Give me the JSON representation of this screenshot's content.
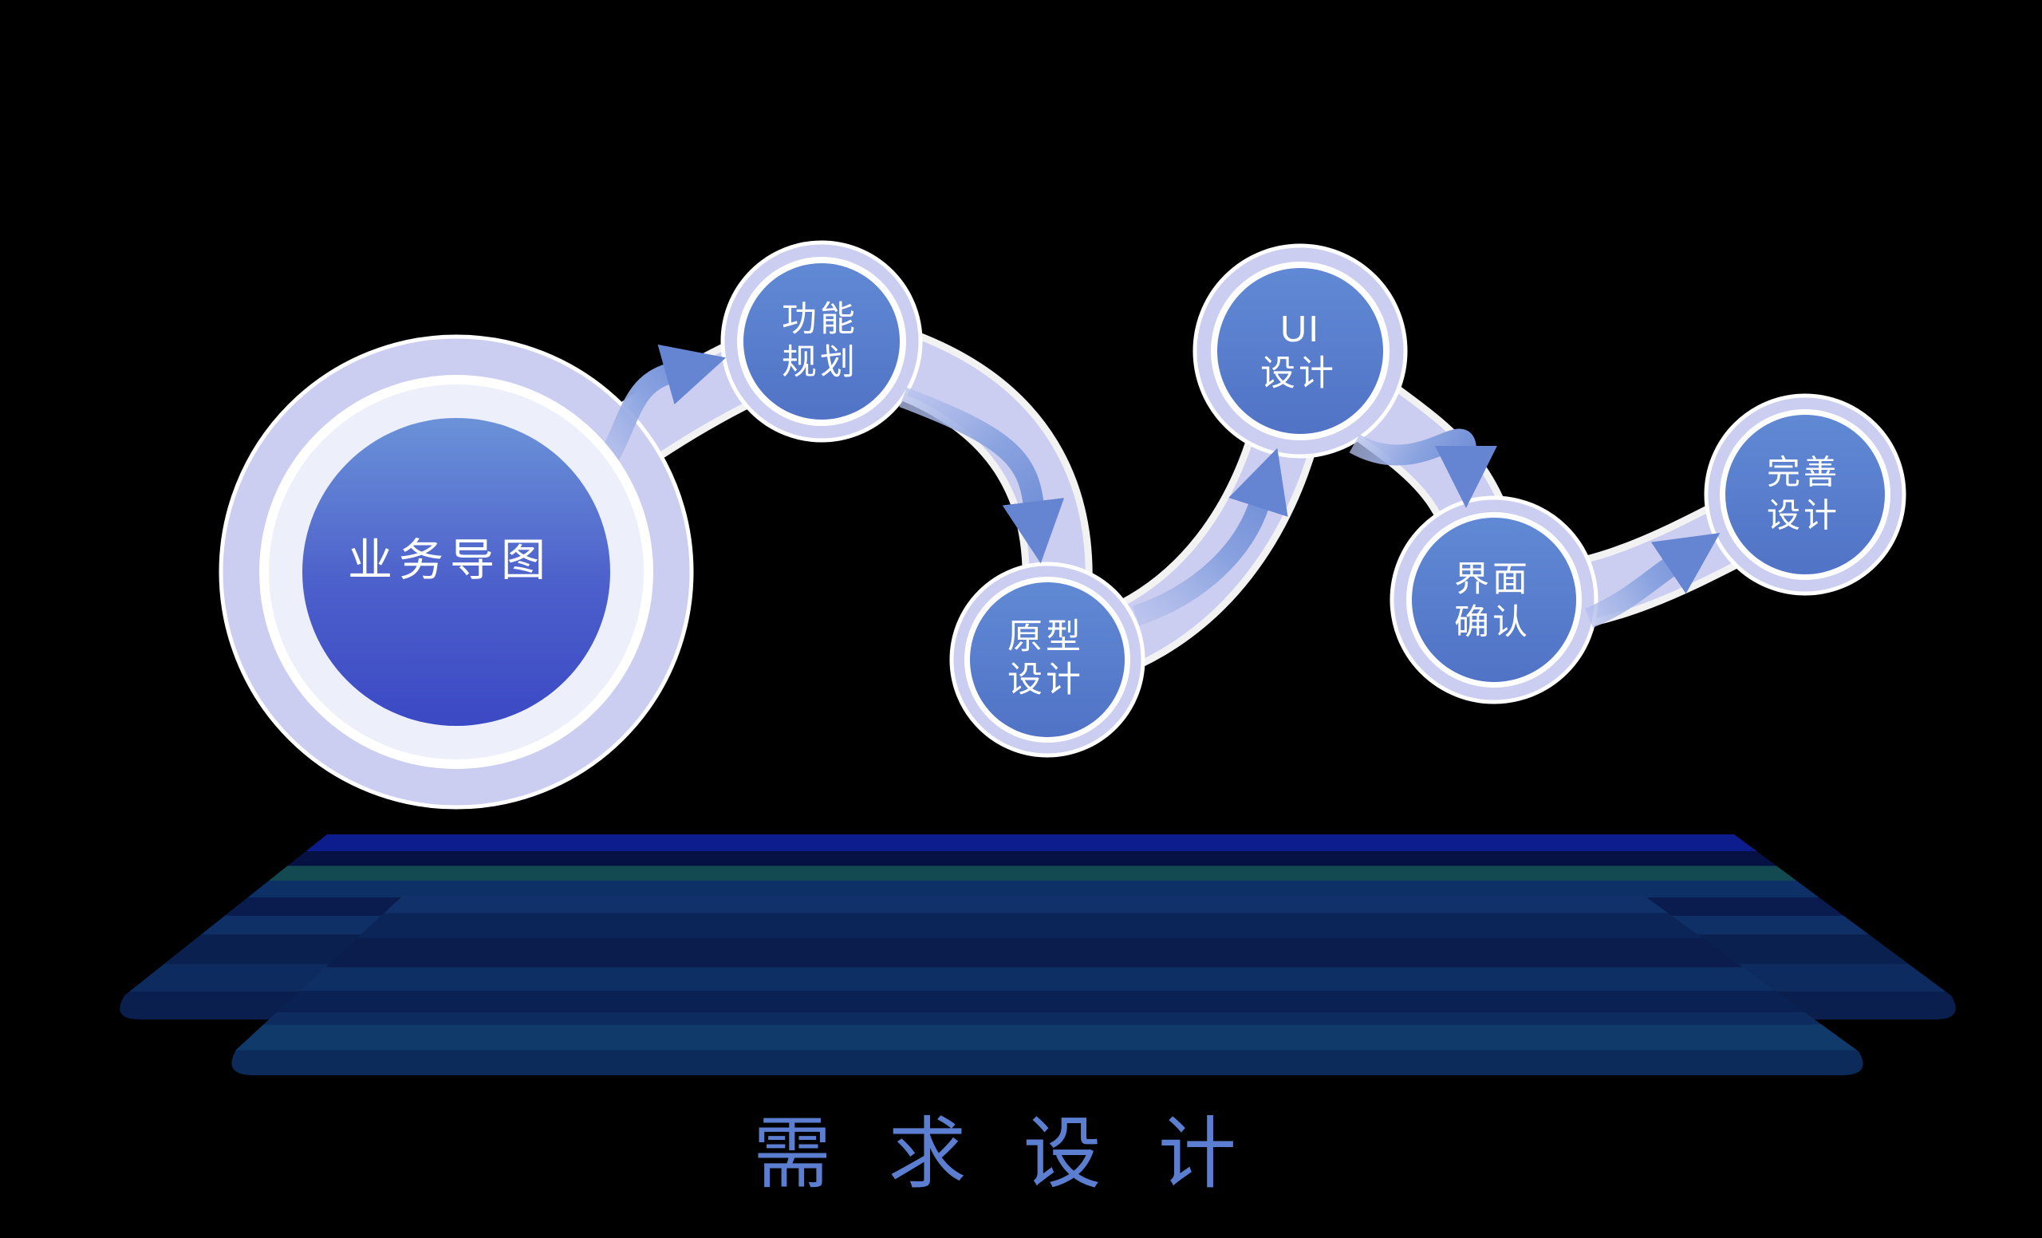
{
  "hub": {
    "label": "业务导图"
  },
  "steps": [
    {
      "line1": "功能",
      "line2": "规划"
    },
    {
      "line1": "原型",
      "line2": "设计"
    },
    {
      "line1": "UI",
      "line2": "设计"
    },
    {
      "line1": "界面",
      "line2": "确认"
    },
    {
      "line1": "完善",
      "line2": "设计"
    }
  ],
  "caption": {
    "text": "需 求 设 计"
  },
  "colors": {
    "background": "#000000",
    "hub_blue_top": "#6b92d8",
    "hub_blue_bottom": "#3b49c4",
    "step_blue_top": "#6089d4",
    "step_blue_bottom": "#5173c6",
    "ring_lavender": "#cbcdf1",
    "ring_white": "#ffffff",
    "ring_pale": "#edf0fa",
    "arrow_blue": "#6584d2",
    "caption_blue": "#5b7ed1",
    "platform_navy_bright": "#0d1d8d",
    "platform_navy_dark": "#0a1d4c",
    "platform_teal": "#134a52",
    "label_white": "#ffffff"
  }
}
